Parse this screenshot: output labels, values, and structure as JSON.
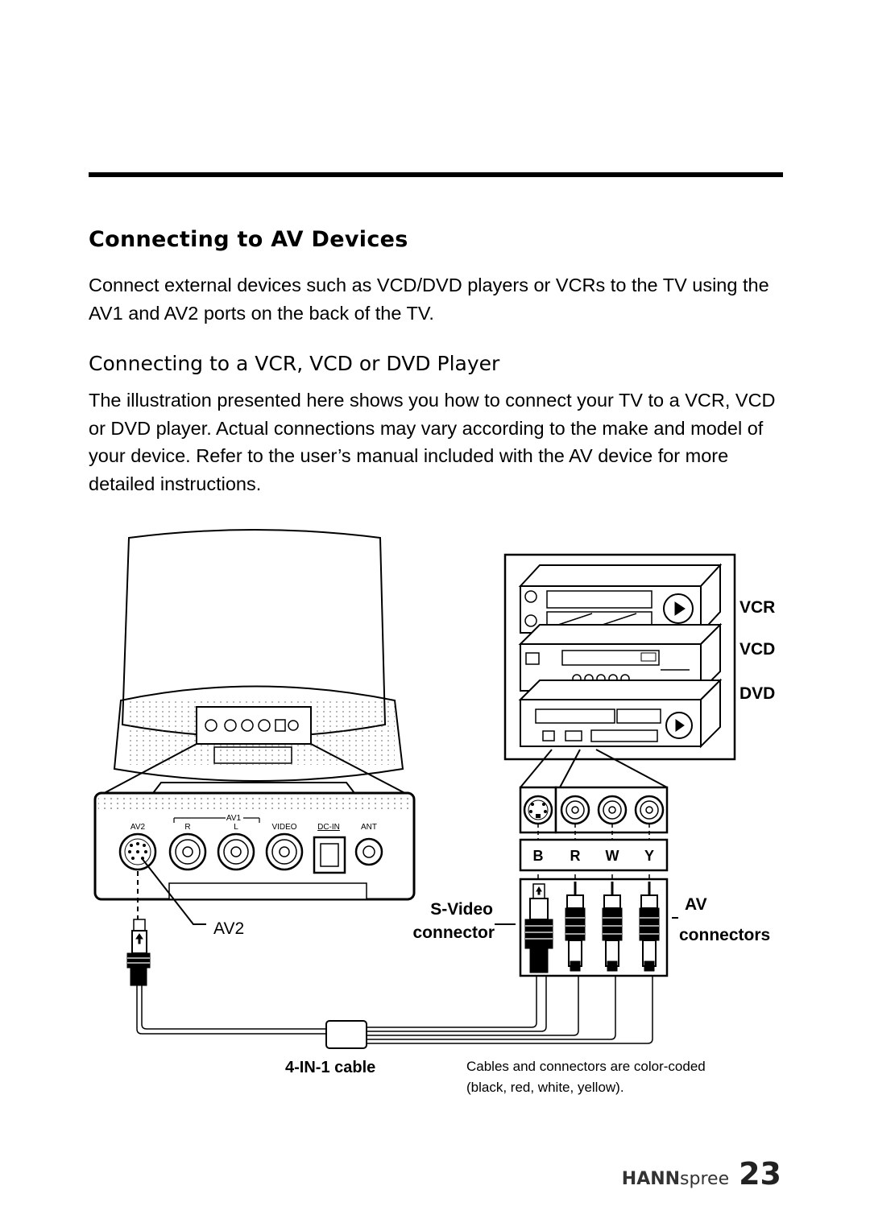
{
  "heading": "Connecting to AV Devices",
  "intro": "Connect external devices such as VCD/DVD players or VCRs to the TV using the AV1 and AV2 ports on the back of the TV.",
  "subheading": "Connecting to a VCR, VCD or DVD Player",
  "body": "The illustration presented here shows you how to connect your TV to a VCR, VCD or DVD player. Actual connections may vary according to the make and model of your device. Refer to the user’s manual included with the AV device for more detailed instructions.",
  "figure": {
    "panel_ports": {
      "group_label": "AV1",
      "labels": [
        "AV2",
        "R",
        "L",
        "VIDEO",
        "DC-IN",
        "ANT"
      ]
    },
    "devices": [
      "VCR",
      "VCD",
      "DVD"
    ],
    "color_codes": [
      "B",
      "R",
      "W",
      "Y"
    ],
    "callouts": {
      "av2": "AV2",
      "svideo_1": "S-Video",
      "svideo_2": "connector",
      "av_1": "AV",
      "av_2": "connectors",
      "cable": "4-IN-1 cable",
      "note_1": "Cables and connectors are color-coded",
      "note_2": "(black, red, white, yellow)."
    }
  },
  "footer": {
    "brand_bold": "HANN",
    "brand_rest": "spree",
    "page_number": "23"
  }
}
